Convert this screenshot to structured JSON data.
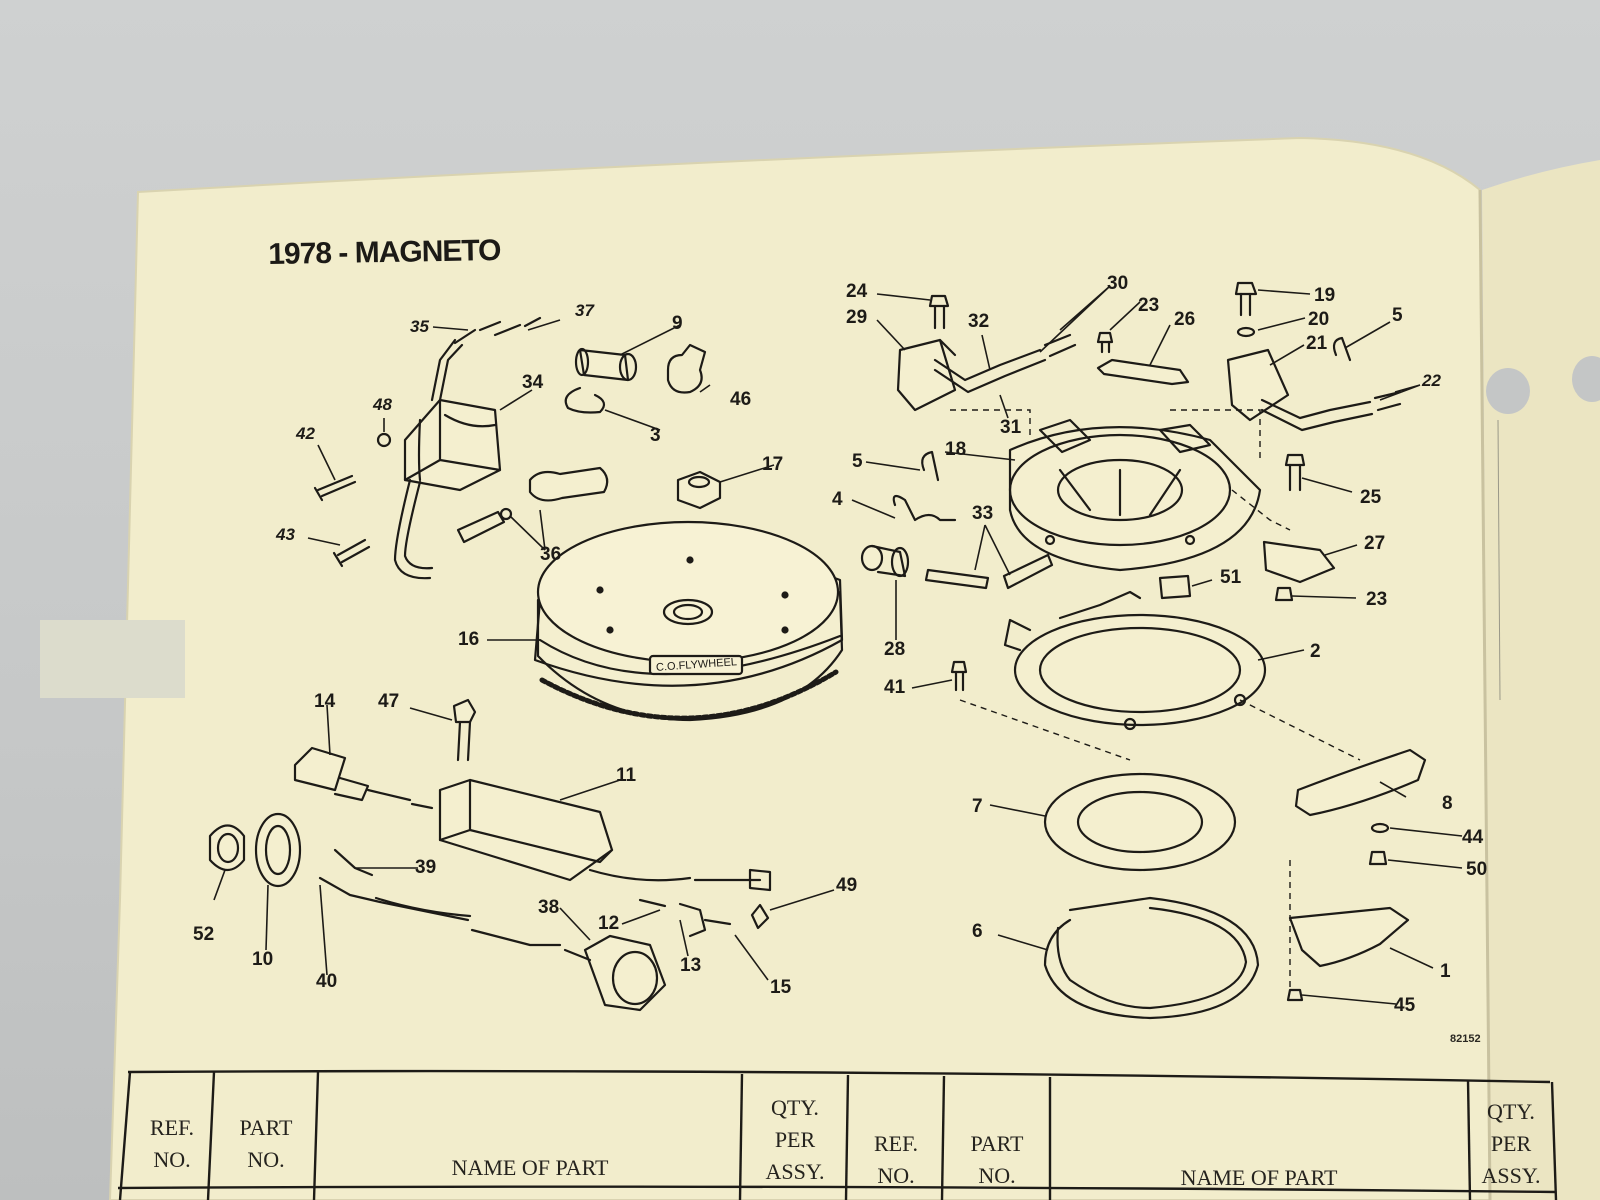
{
  "page": {
    "title": "1978 - MAGNETO",
    "drawing_number": "82152",
    "background_color": "#f1eccb",
    "ink_color": "#1d1b17"
  },
  "callouts": [
    {
      "label": "35"
    },
    {
      "label": "37"
    },
    {
      "label": "9"
    },
    {
      "label": "34"
    },
    {
      "label": "48"
    },
    {
      "label": "42"
    },
    {
      "label": "46"
    },
    {
      "label": "3"
    },
    {
      "label": "17"
    },
    {
      "label": "43"
    },
    {
      "label": "36"
    },
    {
      "label": "16"
    },
    {
      "label": "14"
    },
    {
      "label": "47"
    },
    {
      "label": "11"
    },
    {
      "label": "39"
    },
    {
      "label": "52"
    },
    {
      "label": "10"
    },
    {
      "label": "40"
    },
    {
      "label": "38"
    },
    {
      "label": "12"
    },
    {
      "label": "13"
    },
    {
      "label": "15"
    },
    {
      "label": "49"
    },
    {
      "label": "24"
    },
    {
      "label": "29"
    },
    {
      "label": "32"
    },
    {
      "label": "30"
    },
    {
      "label": "23"
    },
    {
      "label": "26"
    },
    {
      "label": "31"
    },
    {
      "label": "19"
    },
    {
      "label": "20"
    },
    {
      "label": "21"
    },
    {
      "label": "5"
    },
    {
      "label": "22"
    },
    {
      "label": "5"
    },
    {
      "label": "18"
    },
    {
      "label": "4"
    },
    {
      "label": "33"
    },
    {
      "label": "25"
    },
    {
      "label": "27"
    },
    {
      "label": "28"
    },
    {
      "label": "51"
    },
    {
      "label": "23"
    },
    {
      "label": "2"
    },
    {
      "label": "41"
    },
    {
      "label": "8"
    },
    {
      "label": "7"
    },
    {
      "label": "44"
    },
    {
      "label": "50"
    },
    {
      "label": "6"
    },
    {
      "label": "1"
    },
    {
      "label": "45"
    }
  ],
  "flywheel_label": "C.O.FLYWHEEL",
  "table_header": {
    "left": {
      "ref_no": "REF.\nNO.",
      "part_no": "PART\nNO.",
      "name": "NAME OF PART",
      "qty": "QTY.\nPER\nASSY."
    },
    "right": {
      "ref_no": "REF.\nNO.",
      "part_no": "PART\nNO.",
      "name": "NAME OF PART",
      "qty": "QTY.\nPER\nASSY."
    }
  }
}
